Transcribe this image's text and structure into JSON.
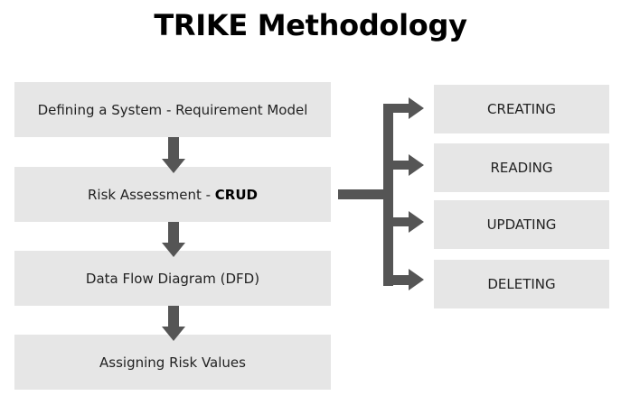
{
  "title": "TRIKE Methodology",
  "steps": [
    {
      "label": "Defining a System - Requirement Model"
    },
    {
      "label": "Risk Assessment - ",
      "label_bold": "CRUD"
    },
    {
      "label": "Data Flow Diagram (DFD)"
    },
    {
      "label": "Assigning Risk Values"
    }
  ],
  "crud": [
    {
      "label": "CREATING"
    },
    {
      "label": "READING"
    },
    {
      "label": "UPDATING"
    },
    {
      "label": "DELETING"
    }
  ],
  "colors": {
    "box_fill": "#e6e6e6",
    "arrow": "#555555",
    "title": "#000000"
  }
}
